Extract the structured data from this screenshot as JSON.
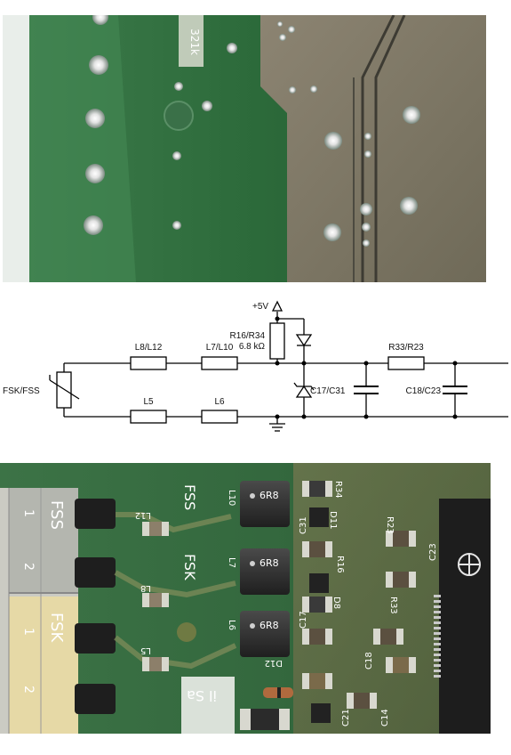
{
  "top_photo": {
    "silk_text": "321k"
  },
  "schematic": {
    "supply": "+5V",
    "connector": "FSK/FSS",
    "inductor_top_1": "L8/L12",
    "inductor_top_2": "L7/L10",
    "inductor_bottom_1": "L5",
    "inductor_bottom_2": "L6",
    "resistor_pullup_name": "R16/R34",
    "resistor_pullup_value": "6.8 kΩ",
    "resistor_series": "R33/R23",
    "cap_1": "C17/C31",
    "cap_2": "C18/C23"
  },
  "bottom_photo": {
    "connector_labels": [
      "FSS",
      "FSK"
    ],
    "pin_numbers": [
      "1",
      "2",
      "1",
      "2"
    ],
    "silk_fss": "FSS",
    "silk_fsk": "FSK",
    "inductor_markings": [
      "6R8",
      "6R8",
      "6R8"
    ],
    "ref_l12": "L12",
    "ref_l8": "L8",
    "ref_l5": "L5",
    "ref_l10": "L10",
    "ref_l7": "L7",
    "ref_l6": "L6",
    "ref_r34": "R34",
    "ref_d11": "D11",
    "ref_r23": "R23",
    "ref_c31": "C31",
    "ref_r16": "R16",
    "ref_c23": "C23",
    "ref_d8": "D8",
    "ref_r33": "R33",
    "ref_c17": "C17",
    "ref_c18": "C18",
    "ref_d12": "D12",
    "ref_c21": "C21",
    "ref_c14": "C14",
    "corner_text": "il Sa"
  }
}
